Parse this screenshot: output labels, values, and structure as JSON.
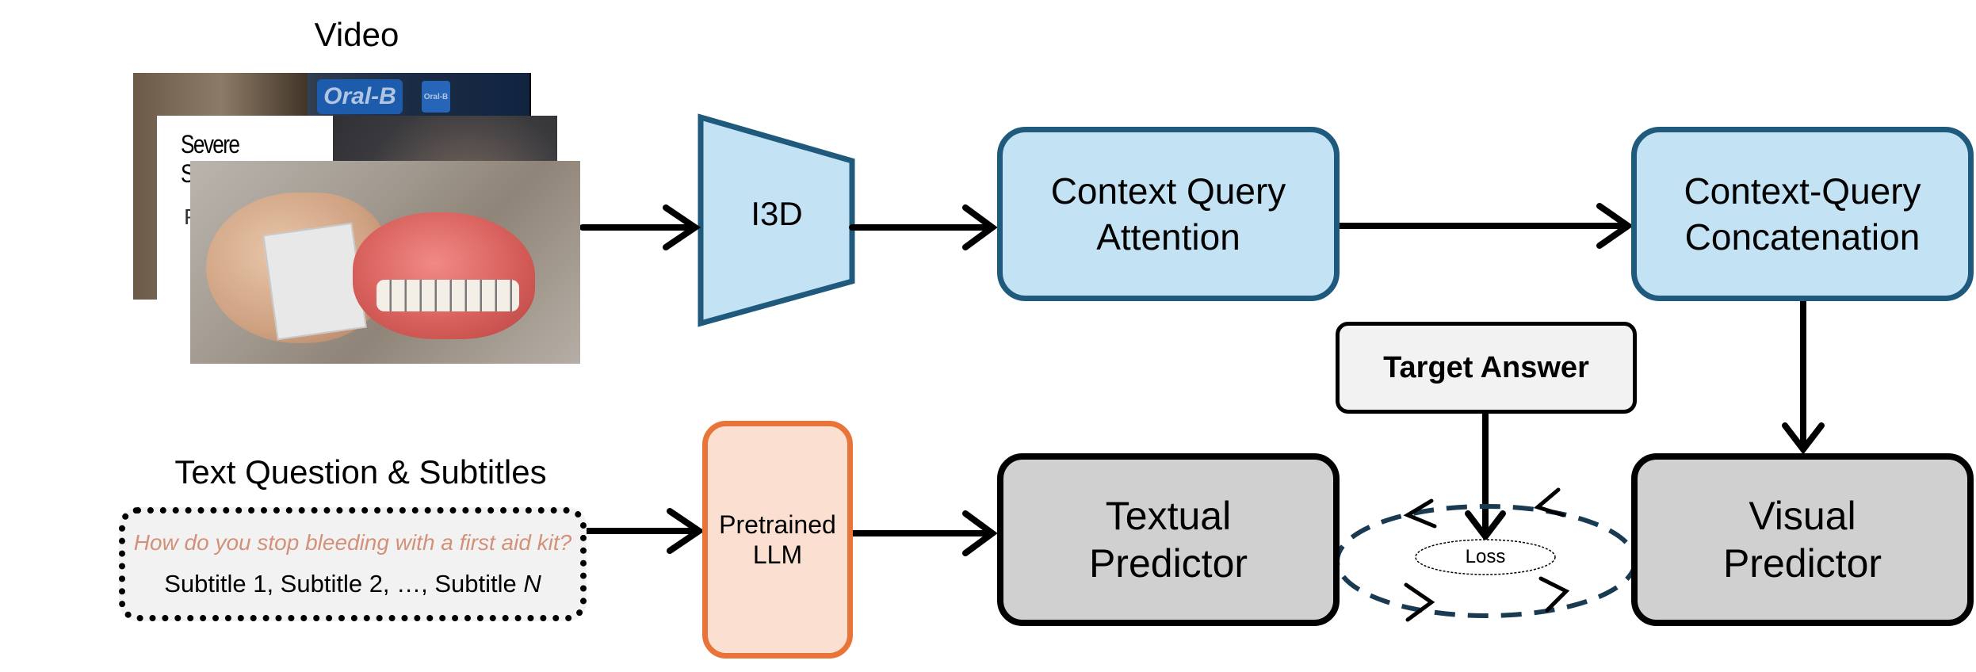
{
  "video_label": "Video",
  "text_label": "Text Question & Subtitles",
  "frames": {
    "frame1": {
      "brand_text": "Oral-B",
      "brand_small": "Oral-B"
    },
    "frame2": {
      "caption": "Severe Symptoms",
      "partial_letter": "P"
    }
  },
  "question_text": "How do you stop bleeding with a first aid kit?",
  "subtitles_text": "Subtitle 1, Subtitle 2, …, Subtitle ",
  "subtitles_n": "N",
  "i3d_label": "I3D",
  "llm_line1": "Pretrained",
  "llm_line2": "LLM",
  "cqa_line1": "Context Query",
  "cqa_line2": "Attention",
  "cqc_line1": "Context-Query",
  "cqc_line2": "Concatenation",
  "target_answer": "Target Answer",
  "loss_label": "Loss",
  "textual_line1": "Textual",
  "textual_line2": "Predictor",
  "visual_line1": "Visual",
  "visual_line2": "Predictor",
  "colors": {
    "blue_fill": "#c3e2f4",
    "blue_stroke": "#1f5a7c",
    "orange_fill": "#fbe0d1",
    "orange_stroke": "#e8743a",
    "grey_fill": "#d0d0d0",
    "target_fill": "#f2f2f2",
    "question_color": "#d4917a",
    "text_box_fill": "#f2f2f2",
    "dashed_loss": "#1a3a52"
  }
}
